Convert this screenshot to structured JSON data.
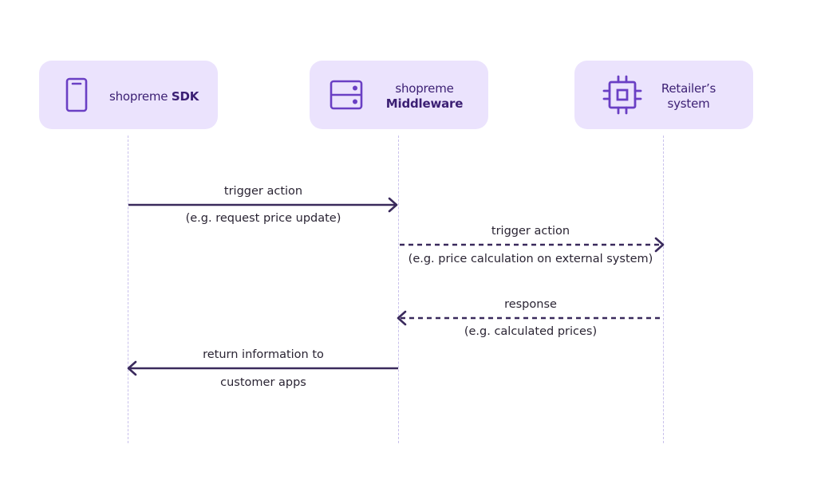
{
  "participants": [
    {
      "id": "sdk",
      "icon": "smartphone-icon",
      "name_regular": "shopreme",
      "name_bold": "SDK"
    },
    {
      "id": "middleware",
      "icon": "server-icon",
      "name_regular": "shopreme",
      "name_bold": "Middleware"
    },
    {
      "id": "retailer",
      "icon": "cpu-chip-icon",
      "name_line1": "Retailer’s",
      "name_line2": "system"
    }
  ],
  "messages": [
    {
      "from": "sdk",
      "to": "middleware",
      "style": "solid",
      "label": "trigger action",
      "sublabel": "(e.g. request price update)"
    },
    {
      "from": "middleware",
      "to": "retailer",
      "style": "dashed",
      "label": "trigger action",
      "sublabel": "(e.g. price calculation on external system)"
    },
    {
      "from": "retailer",
      "to": "middleware",
      "style": "dashed",
      "label": "response",
      "sublabel": "(e.g. calculated prices)"
    },
    {
      "from": "middleware",
      "to": "sdk",
      "style": "solid",
      "label": "return information to",
      "sublabel": "customer apps"
    }
  ],
  "colors": {
    "box_fill": "#ebe3fd",
    "icon": "#6a3fc4",
    "box_text": "#3b1f73",
    "arrow": "#3a2a5c",
    "lifeline": "#c9c1ec"
  }
}
